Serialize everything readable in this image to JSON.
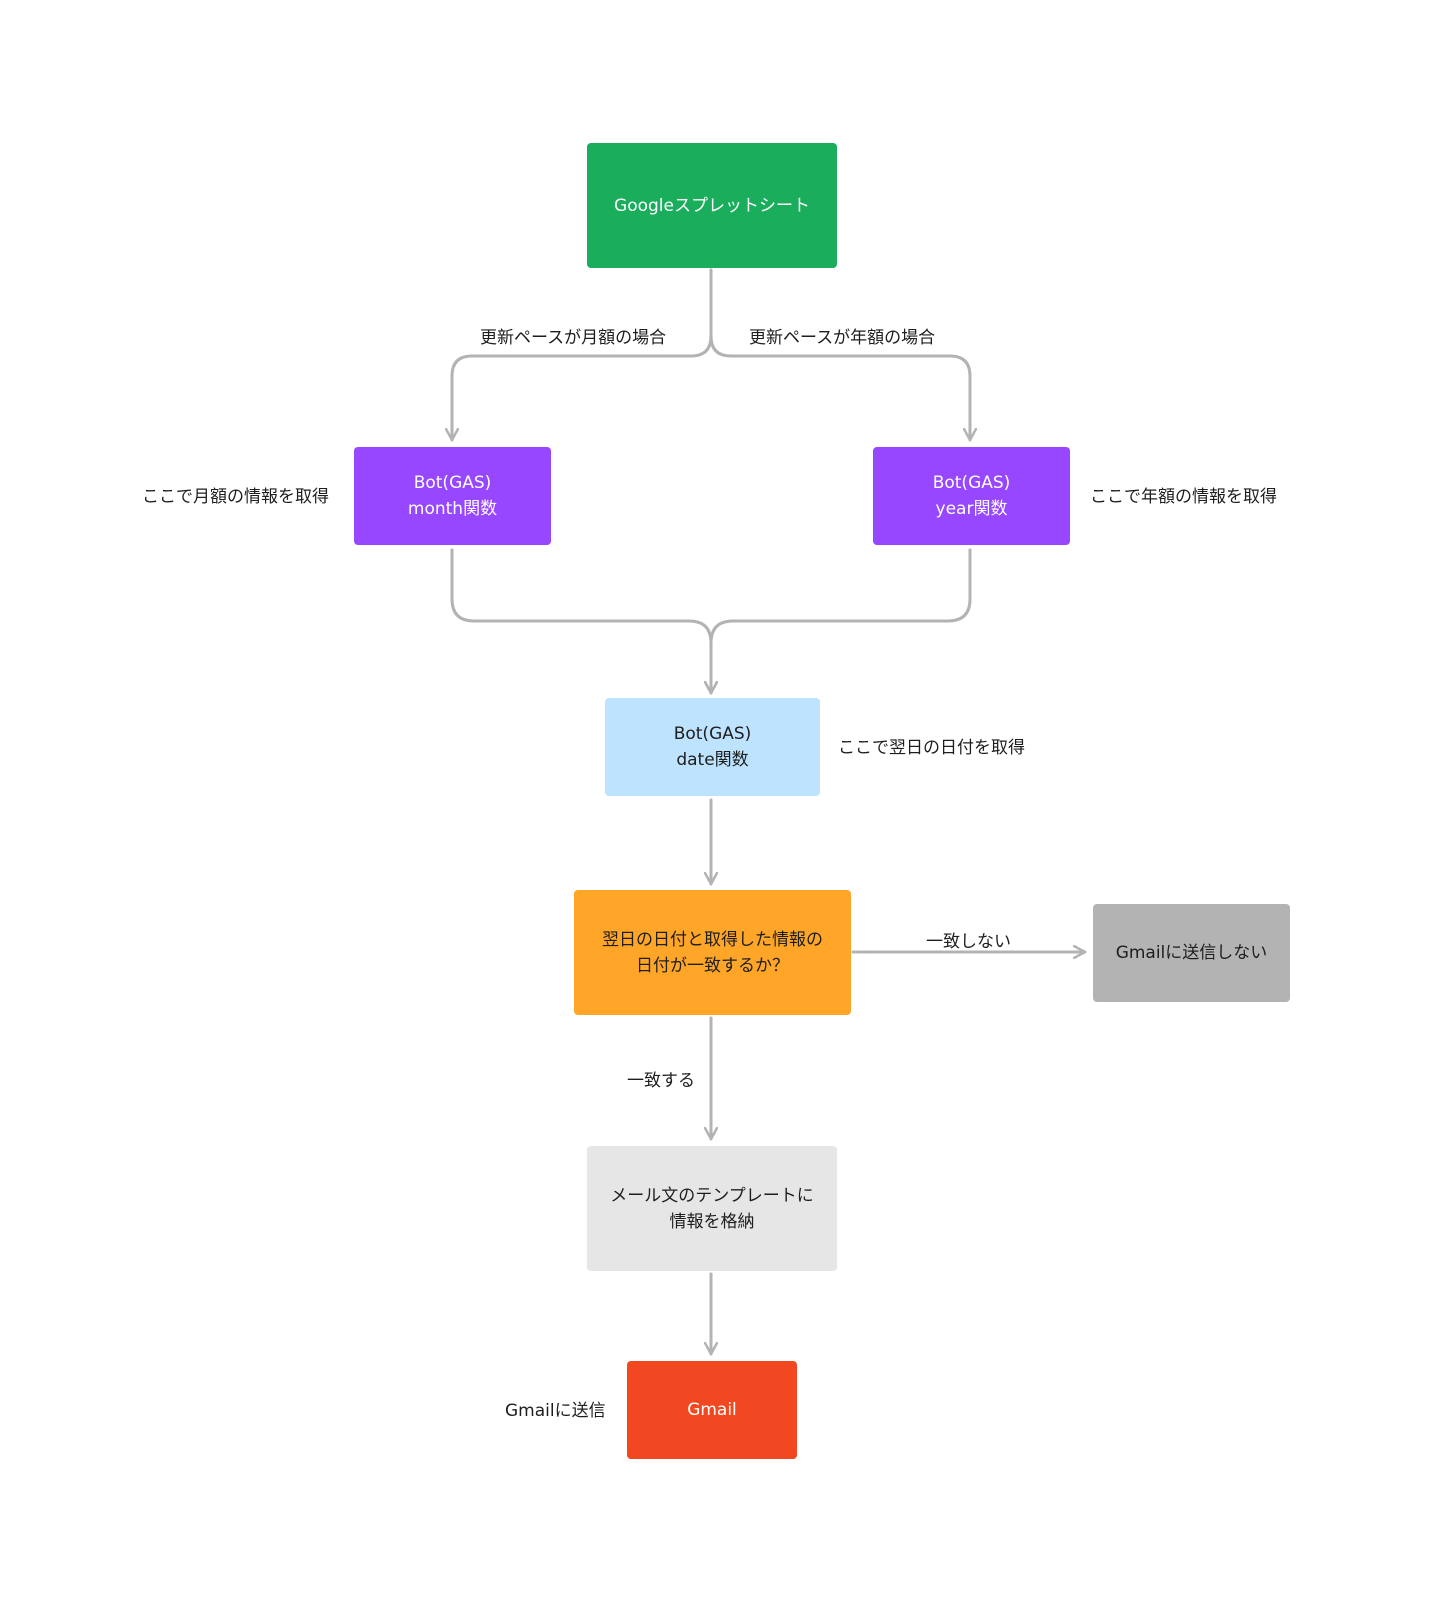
{
  "colors": {
    "sheet": "#1aae5c",
    "bot_func": "#9747ff",
    "date_func": "#bde3ff",
    "decision": "#ffa629",
    "no_send": "#b3b3b3",
    "template": "#e6e6e6",
    "gmail": "#f24822",
    "connector": "#b3b3b3"
  },
  "nodes": {
    "sheet": {
      "line1": "Googleスプレットシート"
    },
    "month": {
      "line1": "Bot(GAS)",
      "line2": "month関数"
    },
    "year": {
      "line1": "Bot(GAS)",
      "line2": "year関数"
    },
    "date": {
      "line1": "Bot(GAS)",
      "line2": "date関数"
    },
    "decision": {
      "line1": "翌日の日付と取得した情報の",
      "line2": "日付が一致するか？"
    },
    "no_send": {
      "line1": "Gmailに送信しない"
    },
    "template": {
      "line1": "メール文のテンプレートに",
      "line2": "情報を格納"
    },
    "gmail": {
      "line1": "Gmail"
    }
  },
  "edge_labels": {
    "monthly": "更新ペースが月額の場合",
    "yearly": "更新ペースが年額の場合",
    "no_match": "一致しない",
    "match": "一致する"
  },
  "notes": {
    "month": "ここで月額の情報を取得",
    "year": "ここで年額の情報を取得",
    "date": "ここで翌日の日付を取得",
    "gmail": "Gmailに送信"
  }
}
